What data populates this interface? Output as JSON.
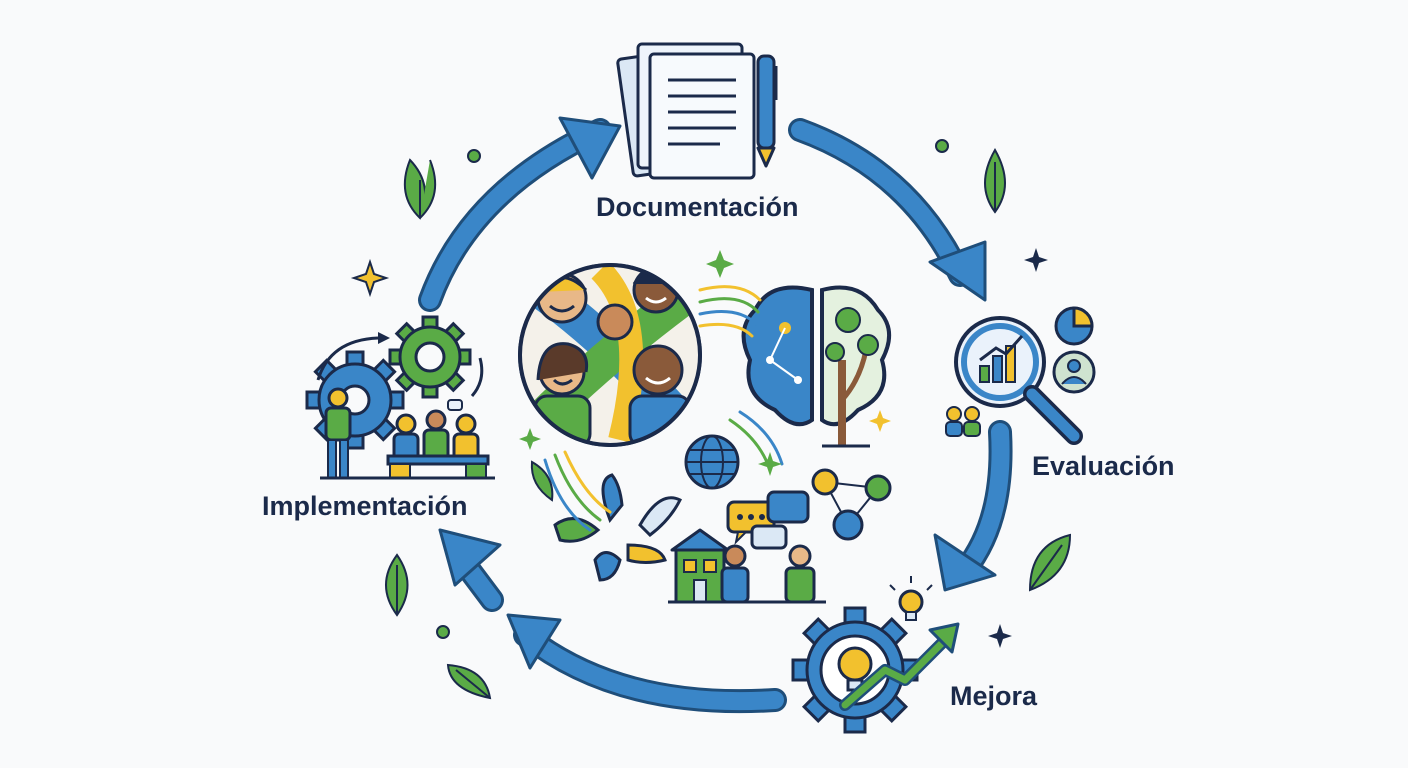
{
  "diagram": {
    "stages": [
      {
        "id": "documentacion",
        "label": "Documentación",
        "icon": "documents-pen-icon"
      },
      {
        "id": "evaluacion",
        "label": "Evaluación",
        "icon": "magnifier-chart-icon"
      },
      {
        "id": "mejora",
        "label": "Mejora",
        "icon": "gear-lightbulb-growth-icon"
      },
      {
        "id": "implementacion",
        "label": "Implementación",
        "icon": "gears-team-icon"
      }
    ],
    "center_icons": [
      "community-people-icon",
      "brain-tree-icon",
      "globe-icon",
      "helping-hands-icon",
      "speech-bubbles-icon",
      "school-house-icon",
      "people-network-icon"
    ],
    "colors": {
      "arrow": "#3a86c8",
      "arrow_stroke": "#1f4e7a",
      "leaf": "#5aab46",
      "yellow": "#f2c12e",
      "navy": "#1b2a4a"
    }
  }
}
